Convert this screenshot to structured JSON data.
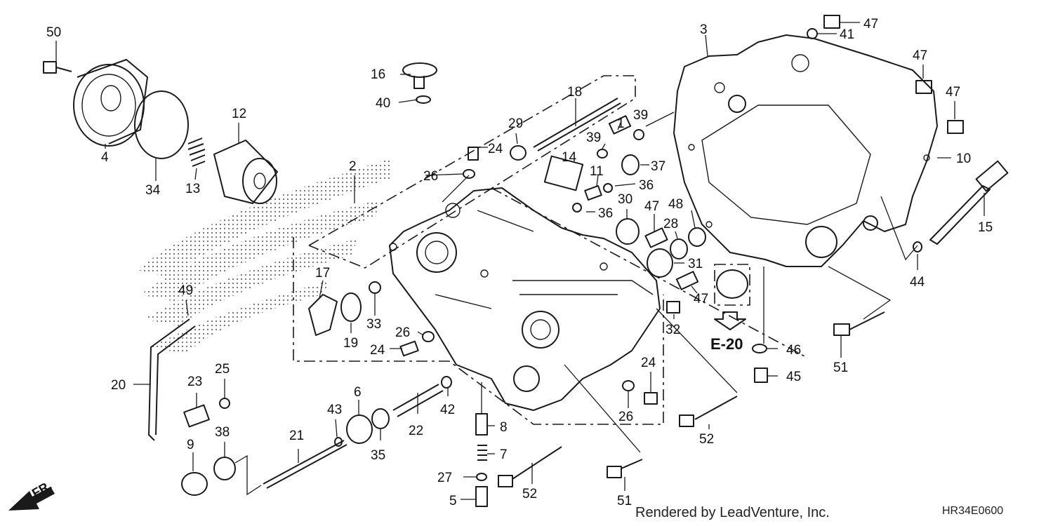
{
  "diagram_code": "HR34E0600",
  "credit": "Rendered by LeadVenture, Inc.",
  "reference_label": "E-20",
  "direction_label": "FR.",
  "parts": [
    {
      "id": "p1",
      "number": "1"
    },
    {
      "id": "p2",
      "number": "2"
    },
    {
      "id": "p3",
      "number": "3"
    },
    {
      "id": "p4",
      "number": "4"
    },
    {
      "id": "p5",
      "number": "5"
    },
    {
      "id": "p6",
      "number": "6"
    },
    {
      "id": "p7",
      "number": "7"
    },
    {
      "id": "p8",
      "number": "8"
    },
    {
      "id": "p9",
      "number": "9"
    },
    {
      "id": "p10",
      "number": "10"
    },
    {
      "id": "p11",
      "number": "11"
    },
    {
      "id": "p12",
      "number": "12"
    },
    {
      "id": "p13",
      "number": "13"
    },
    {
      "id": "p14",
      "number": "14"
    },
    {
      "id": "p15",
      "number": "15"
    },
    {
      "id": "p16",
      "number": "16"
    },
    {
      "id": "p17",
      "number": "17"
    },
    {
      "id": "p18",
      "number": "18"
    },
    {
      "id": "p19",
      "number": "19"
    },
    {
      "id": "p20",
      "number": "20"
    },
    {
      "id": "p21",
      "number": "21"
    },
    {
      "id": "p22",
      "number": "22"
    },
    {
      "id": "p23",
      "number": "23"
    },
    {
      "id": "p24a",
      "number": "24"
    },
    {
      "id": "p24b",
      "number": "24"
    },
    {
      "id": "p24c",
      "number": "24"
    },
    {
      "id": "p25",
      "number": "25"
    },
    {
      "id": "p26a",
      "number": "26"
    },
    {
      "id": "p26b",
      "number": "26"
    },
    {
      "id": "p26c",
      "number": "26"
    },
    {
      "id": "p27",
      "number": "27"
    },
    {
      "id": "p28",
      "number": "28"
    },
    {
      "id": "p29",
      "number": "29"
    },
    {
      "id": "p30",
      "number": "30"
    },
    {
      "id": "p31",
      "number": "31"
    },
    {
      "id": "p32",
      "number": "32"
    },
    {
      "id": "p33",
      "number": "33"
    },
    {
      "id": "p34",
      "number": "34"
    },
    {
      "id": "p35",
      "number": "35"
    },
    {
      "id": "p36a",
      "number": "36"
    },
    {
      "id": "p36b",
      "number": "36"
    },
    {
      "id": "p37",
      "number": "37"
    },
    {
      "id": "p38",
      "number": "38"
    },
    {
      "id": "p39a",
      "number": "39"
    },
    {
      "id": "p39b",
      "number": "39"
    },
    {
      "id": "p40",
      "number": "40"
    },
    {
      "id": "p41",
      "number": "41"
    },
    {
      "id": "p42",
      "number": "42"
    },
    {
      "id": "p43",
      "number": "43"
    },
    {
      "id": "p44",
      "number": "44"
    },
    {
      "id": "p45",
      "number": "45"
    },
    {
      "id": "p46",
      "number": "46"
    },
    {
      "id": "p47a",
      "number": "47"
    },
    {
      "id": "p47b",
      "number": "47"
    },
    {
      "id": "p47c",
      "number": "47"
    },
    {
      "id": "p47d",
      "number": "47"
    },
    {
      "id": "p47e",
      "number": "47"
    },
    {
      "id": "p48",
      "number": "48"
    },
    {
      "id": "p49",
      "number": "49"
    },
    {
      "id": "p50",
      "number": "50"
    },
    {
      "id": "p51a",
      "number": "51"
    },
    {
      "id": "p51b",
      "number": "51"
    },
    {
      "id": "p52a",
      "number": "52"
    },
    {
      "id": "p52b",
      "number": "52"
    }
  ]
}
